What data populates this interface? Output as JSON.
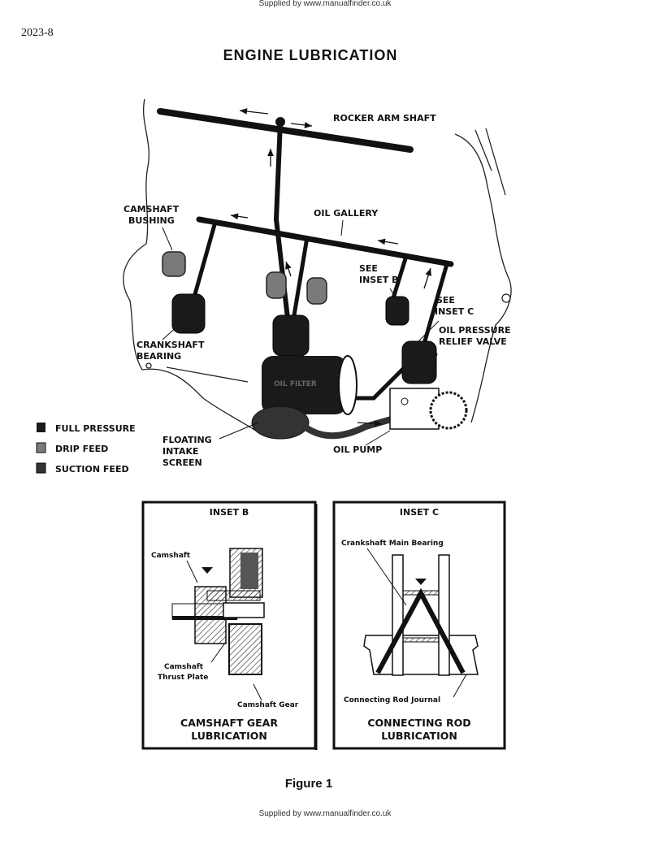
{
  "header": {
    "supplied_by": "Supplied by www.manualfinder.co.uk",
    "page_number": "2023-8",
    "title": "ENGINE LUBRICATION"
  },
  "diagram": {
    "labels": {
      "rocker_arm_shaft": "ROCKER ARM SHAFT",
      "camshaft_bushing_1": "CAMSHAFT",
      "camshaft_bushing_2": "BUSHING",
      "oil_gallery": "OIL GALLERY",
      "see_inset_b_1": "SEE",
      "see_inset_b_2": "INSET B",
      "see_inset_c_1": "SEE",
      "see_inset_c_2": "INSET C",
      "relief_valve_1": "OIL PRESSURE",
      "relief_valve_2": "RELIEF VALVE",
      "crankshaft_bearing_1": "CRANKSHAFT",
      "crankshaft_bearing_2": "BEARING",
      "oil_filter": "OIL FILTER",
      "intake_1": "FLOATING",
      "intake_2": "INTAKE",
      "intake_3": "SCREEN",
      "oil_pump": "OIL PUMP"
    },
    "legend": [
      {
        "label": "FULL PRESSURE",
        "color": "#1a1a1a"
      },
      {
        "label": "DRIP FEED",
        "color": "#7a7a7a"
      },
      {
        "label": "SUCTION FEED",
        "color": "#333333"
      }
    ]
  },
  "inset_b": {
    "title": "INSET B",
    "labels": {
      "camshaft": "Camshaft",
      "thrust_1": "Camshaft",
      "thrust_2": "Thrust Plate",
      "gear": "Camshaft Gear"
    },
    "caption_1": "CAMSHAFT GEAR",
    "caption_2": "LUBRICATION"
  },
  "inset_c": {
    "title": "INSET C",
    "labels": {
      "main_bearing": "Crankshaft Main Bearing",
      "journal": "Connecting Rod Journal"
    },
    "caption_1": "CONNECTING ROD",
    "caption_2": "LUBRICATION"
  },
  "figure_label": "Figure 1",
  "footer": {
    "supplied_by": "Supplied by www.manualfinder.co.uk"
  }
}
